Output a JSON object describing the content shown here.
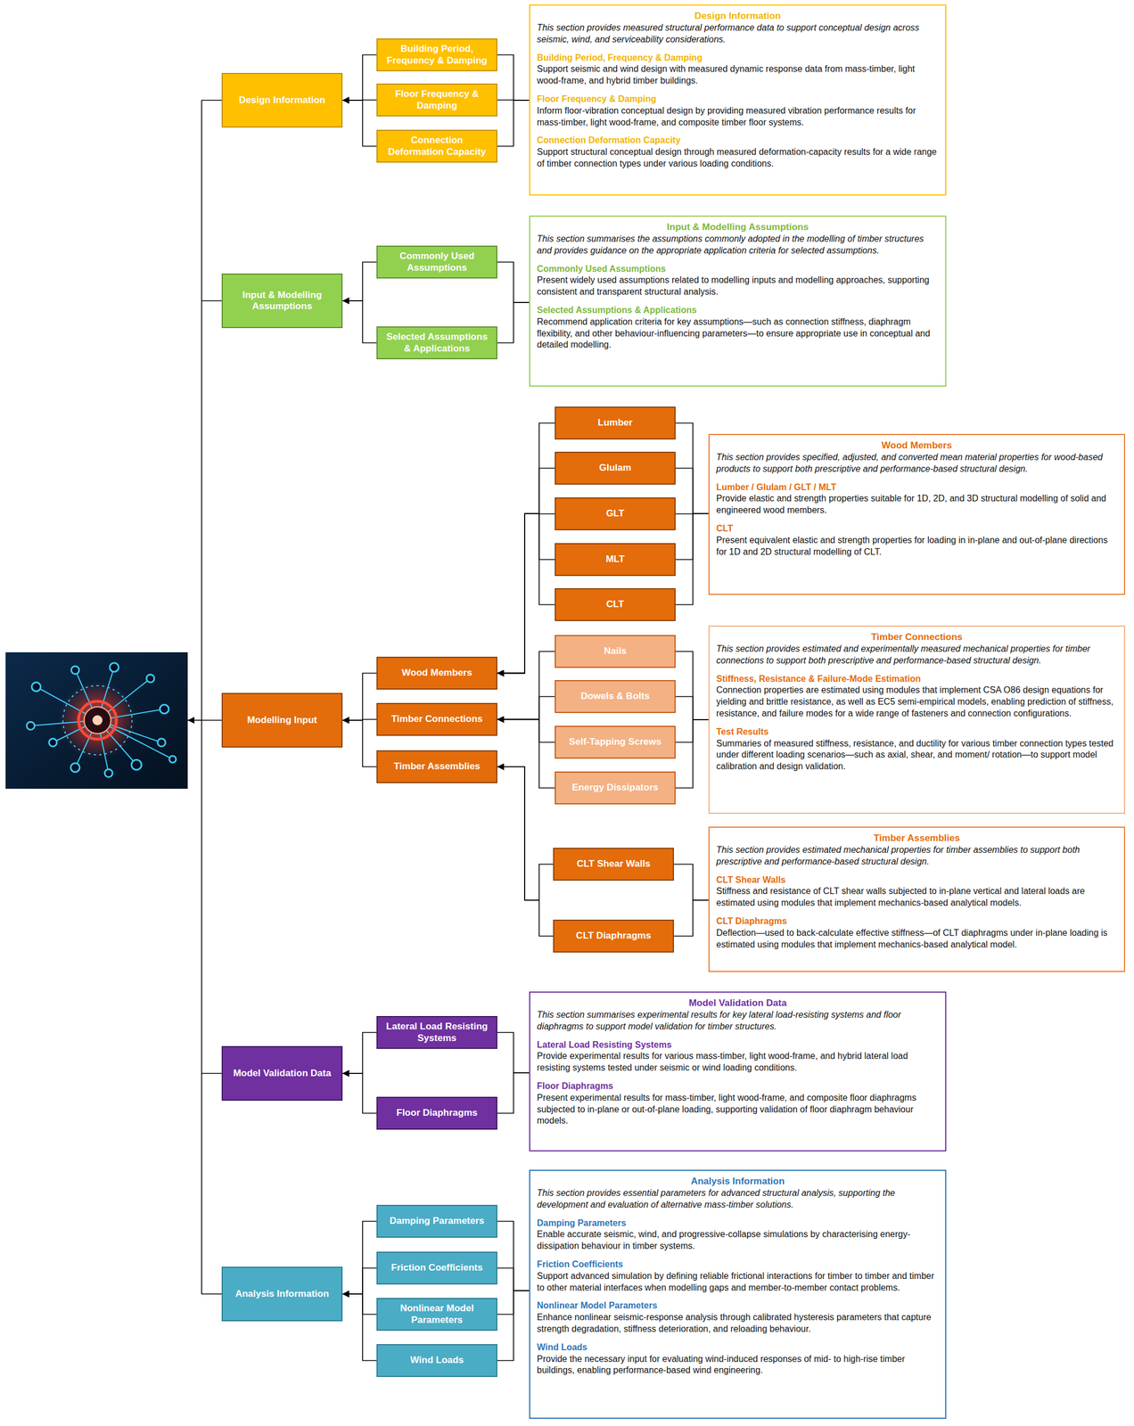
{
  "diagram": {
    "nodes": [
      {
        "text": [
          "Design Information"
        ]
      },
      {
        "text": [
          "Building Period, Frequency & Damping"
        ]
      },
      {
        "text": [
          "Floor Frequency & Damping"
        ]
      },
      {
        "text": [
          "Connection Deformation Capacity"
        ]
      },
      {
        "text": [
          "Design Information",
          "This section provides measured structural performance data to support conceptual design across seismic, wind, and serviceability considerations.",
          "Building Period, Frequency & Damping",
          "Support seismic and wind design with measured dynamic response data from mass-timber, light wood-frame, and hybrid timber buildings.",
          "Floor Frequency & Damping",
          "Inform floor-vibration conceptual design by providing measured vibration performance results for mass-timber, light wood-frame, and composite timber floor systems.",
          "Connection Deformation Capacity",
          "Support structural conceptual design through measured deformation-capacity results for a wide range of timber connection types under various loading conditions."
        ]
      },
      {
        "text": [
          "Input & Modelling Assumptions"
        ]
      },
      {
        "text": [
          "Commonly Used Assumptions"
        ]
      },
      {
        "text": [
          "Selected Assumptions & Applications"
        ]
      },
      {
        "text": [
          "Input & Modelling Assumptions",
          "This section summarises the assumptions commonly adopted in the modelling of timber structures and provides guidance on the appropriate application criteria for selected assumptions.",
          "Commonly Used Assumptions",
          "Present widely used assumptions related to modelling inputs and modelling approaches, supporting consistent and transparent structural analysis.",
          "Selected Assumptions & Applications",
          "Recommend application criteria for key assumptions—such as connection stiffness, diaphragm flexibility, and other behaviour-influencing parameters—to ensure appropriate use in conceptual and detailed modelling."
        ]
      },
      {
        "text": [
          "Modelling Input"
        ]
      },
      {
        "text": [
          "Wood Members"
        ]
      },
      {
        "text": [
          "Timber Connections"
        ]
      },
      {
        "text": [
          "Timber Assemblies"
        ]
      },
      {
        "text": [
          "Lumber"
        ]
      },
      {
        "text": [
          "Glulam"
        ]
      },
      {
        "text": [
          "GLT"
        ]
      },
      {
        "text": [
          "MLT"
        ]
      },
      {
        "text": [
          "CLT"
        ]
      },
      {
        "text": [
          "Wood Members",
          "This section provides specified, adjusted, and converted mean material properties for wood-based products to support both prescriptive and performance-based structural design.",
          "Lumber / Glulam / GLT / MLT",
          "Provide elastic and strength properties suitable for 1D, 2D, and 3D structural modelling of solid and engineered wood members.",
          "CLT",
          "Present equivalent elastic and strength properties for loading in in-plane and out-of-plane directions for 1D and 2D structural modelling of CLT."
        ]
      },
      {
        "text": [
          "Nails"
        ]
      },
      {
        "text": [
          "Dowels & Bolts"
        ]
      },
      {
        "text": [
          "Self-Tapping Screws"
        ]
      },
      {
        "text": [
          "Energy Dissipators"
        ]
      },
      {
        "text": [
          "Timber Connections",
          "This section provides estimated and experimentally measured mechanical properties for timber connections to support both prescriptive and performance-based structural design.",
          "Stiffness, Resistance & Failure-Mode Estimation",
          "Connection properties are estimated using modules that implement CSA O86 design equations for yielding and brittle resistance, as well as EC5 semi-empirical models, enabling prediction of stiffness, resistance, and failure modes for a wide range of fasteners and connection configurations.",
          "Test Results",
          "Summaries of measured stiffness, resistance, and ductility for various timber connection types tested under different loading scenarios—such as axial, shear, and moment/ rotation—to support model calibration and design validation."
        ]
      },
      {
        "text": [
          "CLT Shear Walls"
        ]
      },
      {
        "text": [
          "CLT Diaphragms"
        ]
      },
      {
        "text": [
          "Timber Assemblies",
          "This section provides estimated mechanical properties for timber assemblies to support both prescriptive and performance-based structural design.",
          "CLT Shear Walls",
          "Stiffness and resistance of CLT shear walls subjected to in-plane vertical and lateral loads are estimated using modules that implement mechanics-based analytical models.",
          "CLT Diaphragms",
          "Deflection—used to back-calculate effective stiffness—of CLT diaphragms under in-plane loading is estimated using modules that implement mechanics-based analytical model."
        ]
      },
      {
        "text": [
          "Model Validation Data"
        ]
      },
      {
        "text": [
          "Lateral Load Resisting Systems"
        ]
      },
      {
        "text": [
          "Floor Diaphragms"
        ]
      },
      {
        "text": [
          "Model Validation Data",
          "This section summarises experimental results for key lateral load-resisting systems and floor diaphragms to support model validation for timber structures.",
          "Lateral Load Resisting Systems",
          "Provide experimental results for various mass-timber, light wood-frame, and hybrid lateral load resisting systems tested under seismic or wind loading conditions.",
          "Floor Diaphragms",
          "Present experimental results for mass-timber, light wood-frame, and composite floor diaphragms subjected to in-plane or out-of-plane loading, supporting validation of floor diaphragm behaviour models."
        ]
      },
      {
        "text": [
          "Analysis Information"
        ]
      },
      {
        "text": [
          "Damping Parameters"
        ]
      },
      {
        "text": [
          "Friction Coefficients"
        ]
      },
      {
        "text": [
          "Nonlinear Model Parameters"
        ]
      },
      {
        "text": [
          "Wind Loads"
        ]
      },
      {
        "text": [
          "Analysis Information",
          "This section provides essential parameters for advanced structural analysis, supporting the development and evaluation of alternative mass-timber solutions.",
          "Damping Parameters",
          "Enable accurate seismic, wind, and progressive-collapse simulations by characterising energy-dissipation behaviour in timber systems.",
          "Friction Coefficients",
          "Support advanced simulation by defining reliable frictional interactions for timber to timber and timber to other material interfaces when modelling gaps and member-to-member contact problems.",
          "Nonlinear Model Parameters",
          "Enhance nonlinear seismic-response analysis through calibrated hysteresis parameters that capture strength degradation, stiffness deterioration, and reloading behaviour.",
          "Wind Loads",
          "Provide the necessary input for evaluating wind-induced responses of mid- to high-rise timber buildings, enabling performance-based wind engineering."
        ]
      }
    ],
    "edges": [
      {
        "from": 1,
        "to": 0,
        "arrow": "to"
      },
      {
        "from": 2,
        "to": 0,
        "arrow": "to"
      },
      {
        "from": 3,
        "to": 0,
        "arrow": "to"
      },
      {
        "from": 1,
        "to": 4,
        "arrow": "none"
      },
      {
        "from": 2,
        "to": 4,
        "arrow": "none"
      },
      {
        "from": 3,
        "to": 4,
        "arrow": "none"
      },
      {
        "from": 6,
        "to": 5,
        "arrow": "to"
      },
      {
        "from": 7,
        "to": 5,
        "arrow": "to"
      },
      {
        "from": 6,
        "to": 8,
        "arrow": "none"
      },
      {
        "from": 7,
        "to": 8,
        "arrow": "none"
      },
      {
        "from": 10,
        "to": 9,
        "arrow": "to"
      },
      {
        "from": 11,
        "to": 9,
        "arrow": "to"
      },
      {
        "from": 12,
        "to": 9,
        "arrow": "to"
      },
      {
        "from": 13,
        "to": 10,
        "arrow": "to"
      },
      {
        "from": 14,
        "to": 10,
        "arrow": "to"
      },
      {
        "from": 15,
        "to": 10,
        "arrow": "to"
      },
      {
        "from": 16,
        "to": 10,
        "arrow": "to"
      },
      {
        "from": 17,
        "to": 10,
        "arrow": "to"
      },
      {
        "from": 13,
        "to": 18,
        "arrow": "none"
      },
      {
        "from": 14,
        "to": 18,
        "arrow": "none"
      },
      {
        "from": 15,
        "to": 18,
        "arrow": "none"
      },
      {
        "from": 16,
        "to": 18,
        "arrow": "none"
      },
      {
        "from": 17,
        "to": 18,
        "arrow": "none"
      },
      {
        "from": 19,
        "to": 11,
        "arrow": "to"
      },
      {
        "from": 20,
        "to": 11,
        "arrow": "to"
      },
      {
        "from": 21,
        "to": 11,
        "arrow": "to"
      },
      {
        "from": 22,
        "to": 11,
        "arrow": "to"
      },
      {
        "from": 19,
        "to": 23,
        "arrow": "none"
      },
      {
        "from": 20,
        "to": 23,
        "arrow": "none"
      },
      {
        "from": 21,
        "to": 23,
        "arrow": "none"
      },
      {
        "from": 22,
        "to": 23,
        "arrow": "none"
      },
      {
        "from": 24,
        "to": 12,
        "arrow": "to"
      },
      {
        "from": 25,
        "to": 12,
        "arrow": "to"
      },
      {
        "from": 24,
        "to": 26,
        "arrow": "none"
      },
      {
        "from": 25,
        "to": 26,
        "arrow": "none"
      },
      {
        "from": 28,
        "to": 27,
        "arrow": "to"
      },
      {
        "from": 29,
        "to": 27,
        "arrow": "to"
      },
      {
        "from": 28,
        "to": 30,
        "arrow": "none"
      },
      {
        "from": 29,
        "to": 30,
        "arrow": "none"
      },
      {
        "from": 32,
        "to": 31,
        "arrow": "to"
      },
      {
        "from": 33,
        "to": 31,
        "arrow": "to"
      },
      {
        "from": 34,
        "to": 31,
        "arrow": "to"
      },
      {
        "from": 35,
        "to": 31,
        "arrow": "to"
      },
      {
        "from": 32,
        "to": 36,
        "arrow": "none"
      },
      {
        "from": 33,
        "to": 36,
        "arrow": "none"
      },
      {
        "from": 34,
        "to": 36,
        "arrow": "none"
      },
      {
        "from": 35,
        "to": 36,
        "arrow": "none"
      }
    ]
  }
}
